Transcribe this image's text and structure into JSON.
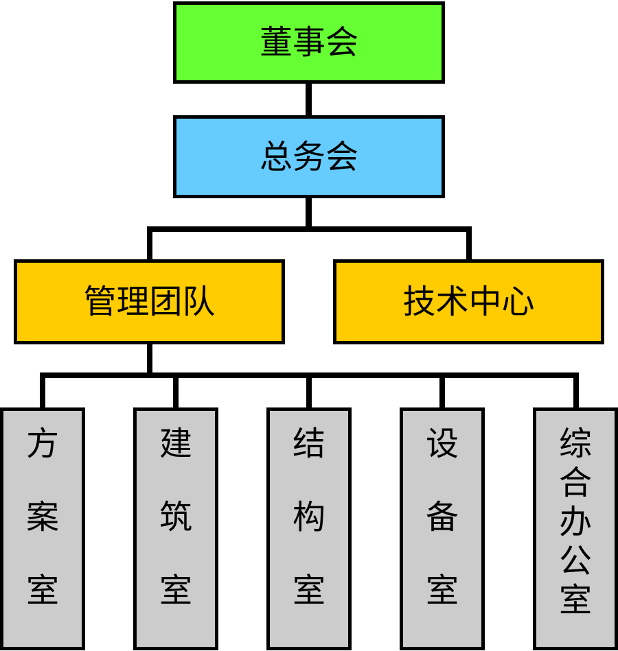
{
  "board": {
    "label": "董事会",
    "color": "#66ff33"
  },
  "general_affairs": {
    "label": "总务会",
    "color": "#66ccff"
  },
  "management_team": {
    "label": "管理团队",
    "color": "#ffcc00"
  },
  "technical_center": {
    "label": "技术中心",
    "color": "#ffcc00"
  },
  "departments": [
    {
      "chars": [
        "方",
        "案",
        "",
        "室"
      ]
    },
    {
      "chars": [
        "建",
        "筑",
        "",
        "室"
      ]
    },
    {
      "chars": [
        "结",
        "构",
        "",
        "室"
      ]
    },
    {
      "chars": [
        "设",
        "备",
        "",
        "室"
      ]
    },
    {
      "chars": [
        "综",
        "合",
        "办",
        "公",
        "室"
      ]
    }
  ],
  "department_color": "#cccccc",
  "line_color": "#000000"
}
